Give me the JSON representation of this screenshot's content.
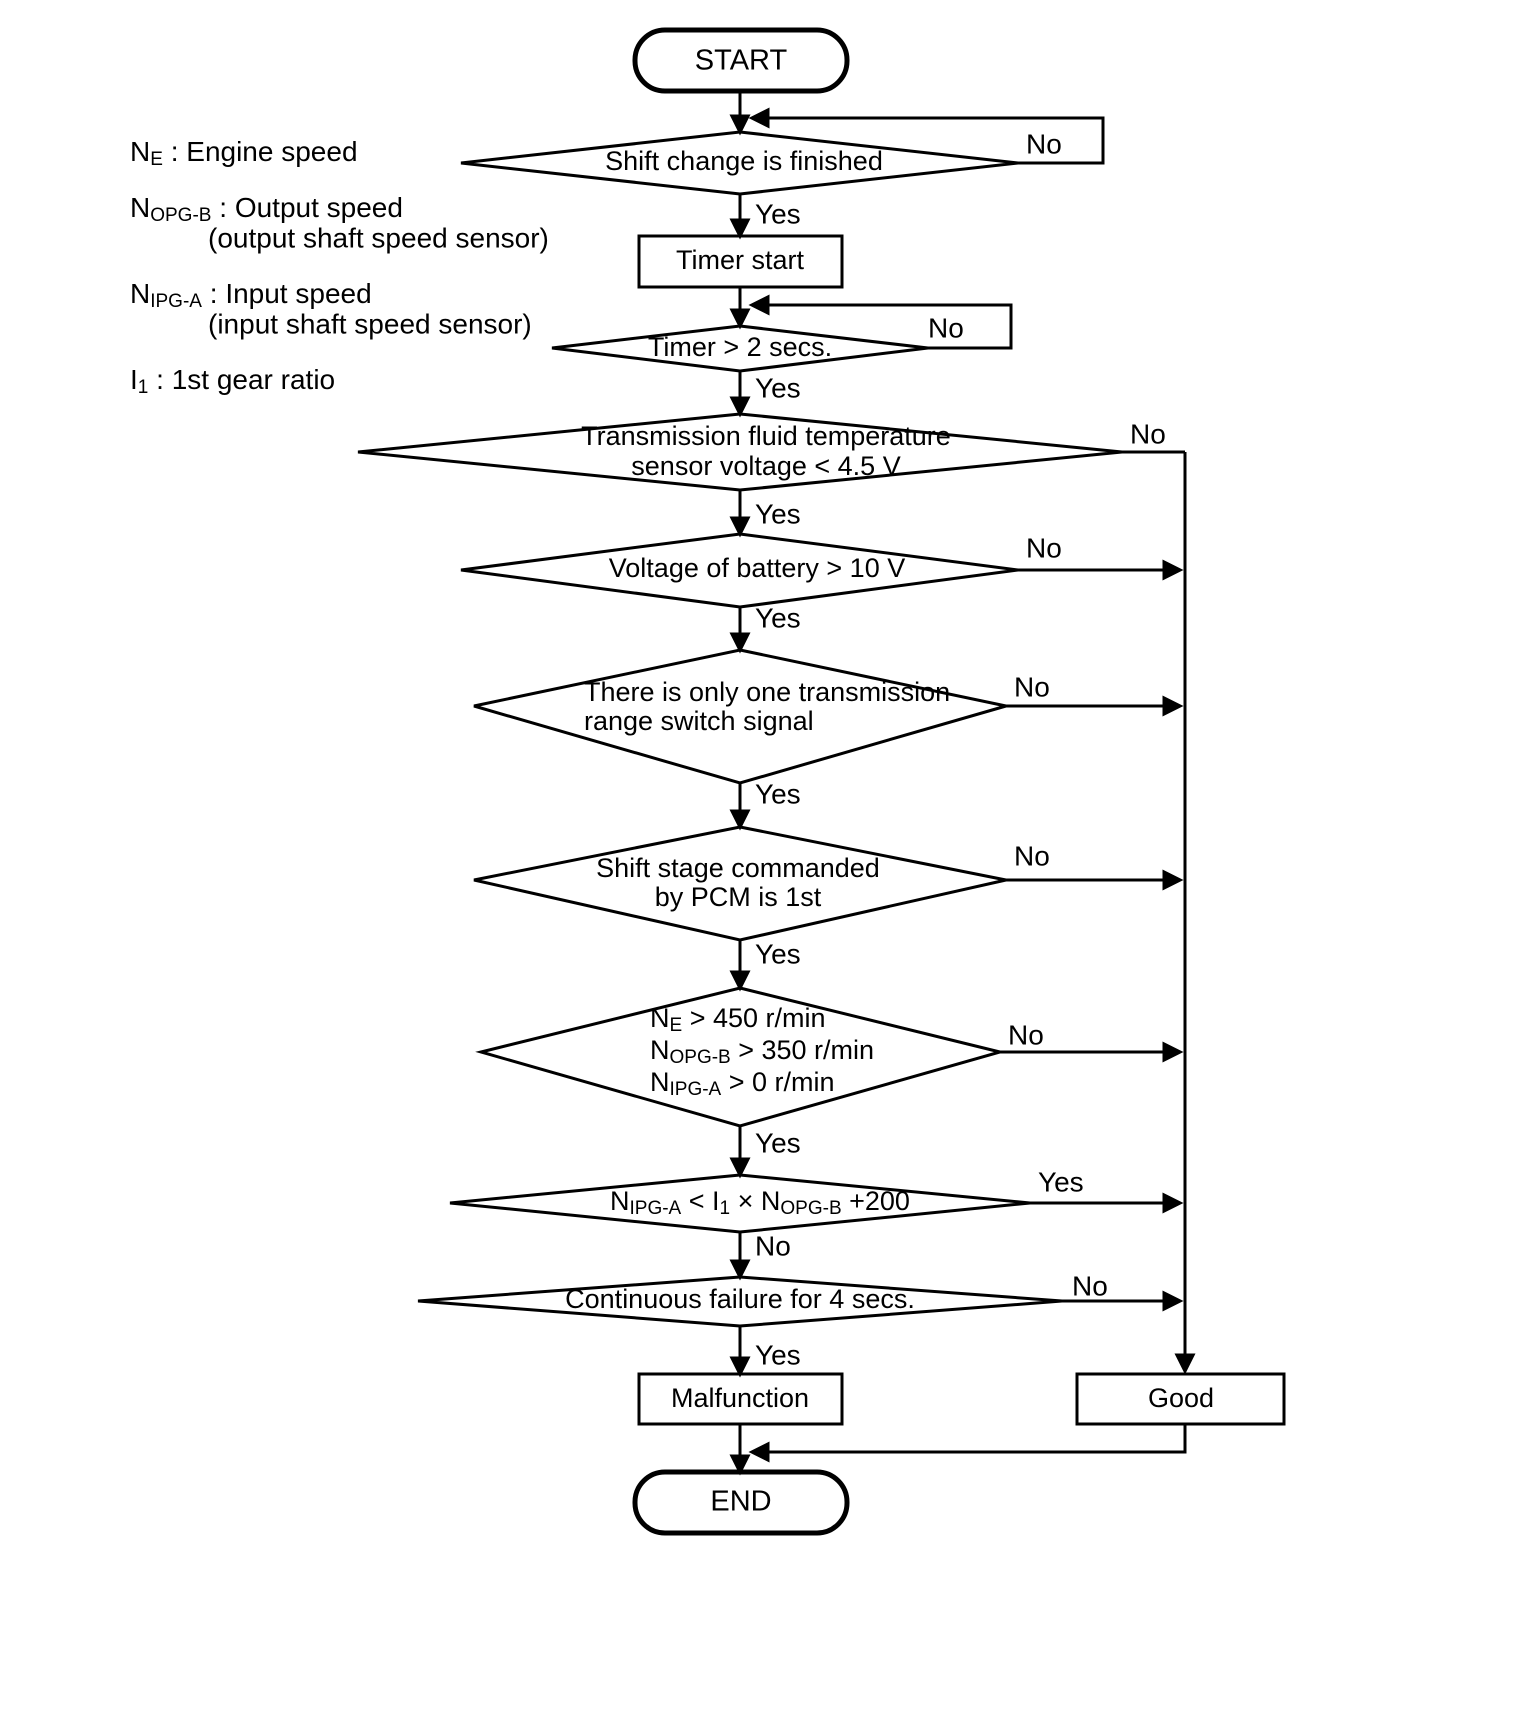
{
  "diagram": {
    "type": "flowchart",
    "title_visible": false,
    "legend": [
      {
        "symbol": "N",
        "symbol_sub": "E",
        "separator": " : ",
        "text": "Engine speed",
        "note": ""
      },
      {
        "symbol": "N",
        "symbol_sub": "OPG-B",
        "separator": " : ",
        "text": "Output speed",
        "note": "(output shaft speed sensor)"
      },
      {
        "symbol": "N",
        "symbol_sub": "IPG-A",
        "separator": " : ",
        "text": "Input speed",
        "note": "(input shaft speed sensor)"
      },
      {
        "symbol": "I",
        "symbol_sub": "1",
        "separator": " : ",
        "text": "1st gear ratio",
        "note": ""
      }
    ],
    "nodes": {
      "start": {
        "shape": "terminator",
        "label": "START"
      },
      "shift_change": {
        "shape": "decision",
        "label": "Shift change is finished",
        "yes": "Yes",
        "no": "No"
      },
      "timer_start": {
        "shape": "process",
        "label": "Timer start"
      },
      "timer_2s": {
        "shape": "decision",
        "label": "Timer > 2 secs.",
        "yes": "Yes",
        "no": "No"
      },
      "fluid_temp": {
        "shape": "decision",
        "label_line1": "Transmission fluid temperature",
        "label_line2": "sensor voltage < 4.5 V",
        "yes": "Yes",
        "no": "No"
      },
      "battery": {
        "shape": "decision",
        "label": "Voltage of battery > 10 V",
        "yes": "Yes",
        "no": "No"
      },
      "range_switch": {
        "shape": "decision",
        "label_line1": "There is only one transmission",
        "label_line2": "range switch signal",
        "yes": "Yes",
        "no": "No"
      },
      "shift_stage": {
        "shape": "decision",
        "label_line1": "Shift stage commanded",
        "label_line2": "by PCM is 1st",
        "yes": "Yes",
        "no": "No"
      },
      "speeds": {
        "shape": "decision",
        "line1": {
          "sym": "N",
          "sub": "E",
          "rest": " > 450 r/min"
        },
        "line2": {
          "sym": "N",
          "sub": "OPG-B",
          "rest": " > 350 r/min"
        },
        "line3": {
          "sym": "N",
          "sub": "IPG-A",
          "rest": " > 0 r/min"
        },
        "yes": "Yes",
        "no": "No"
      },
      "ratio_check": {
        "shape": "decision",
        "p1_sym": "N",
        "p1_sub": "IPG-A",
        "p2": " < ",
        "p3_sym": "I",
        "p3_sub": "1",
        "p4": " × ",
        "p5_sym": "N",
        "p5_sub": "OPG-B",
        "p6": " +200",
        "yes": "Yes",
        "no": "No"
      },
      "continuous_failure": {
        "shape": "decision",
        "label": "Continuous failure for 4 secs.",
        "yes": "Yes",
        "no": "No"
      },
      "malfunction": {
        "shape": "process",
        "label": "Malfunction"
      },
      "good": {
        "shape": "process",
        "label": "Good"
      },
      "end": {
        "shape": "terminator",
        "label": "END"
      }
    },
    "colors": {
      "stroke": "#000000",
      "fill": "#ffffff",
      "text": "#000000"
    }
  }
}
